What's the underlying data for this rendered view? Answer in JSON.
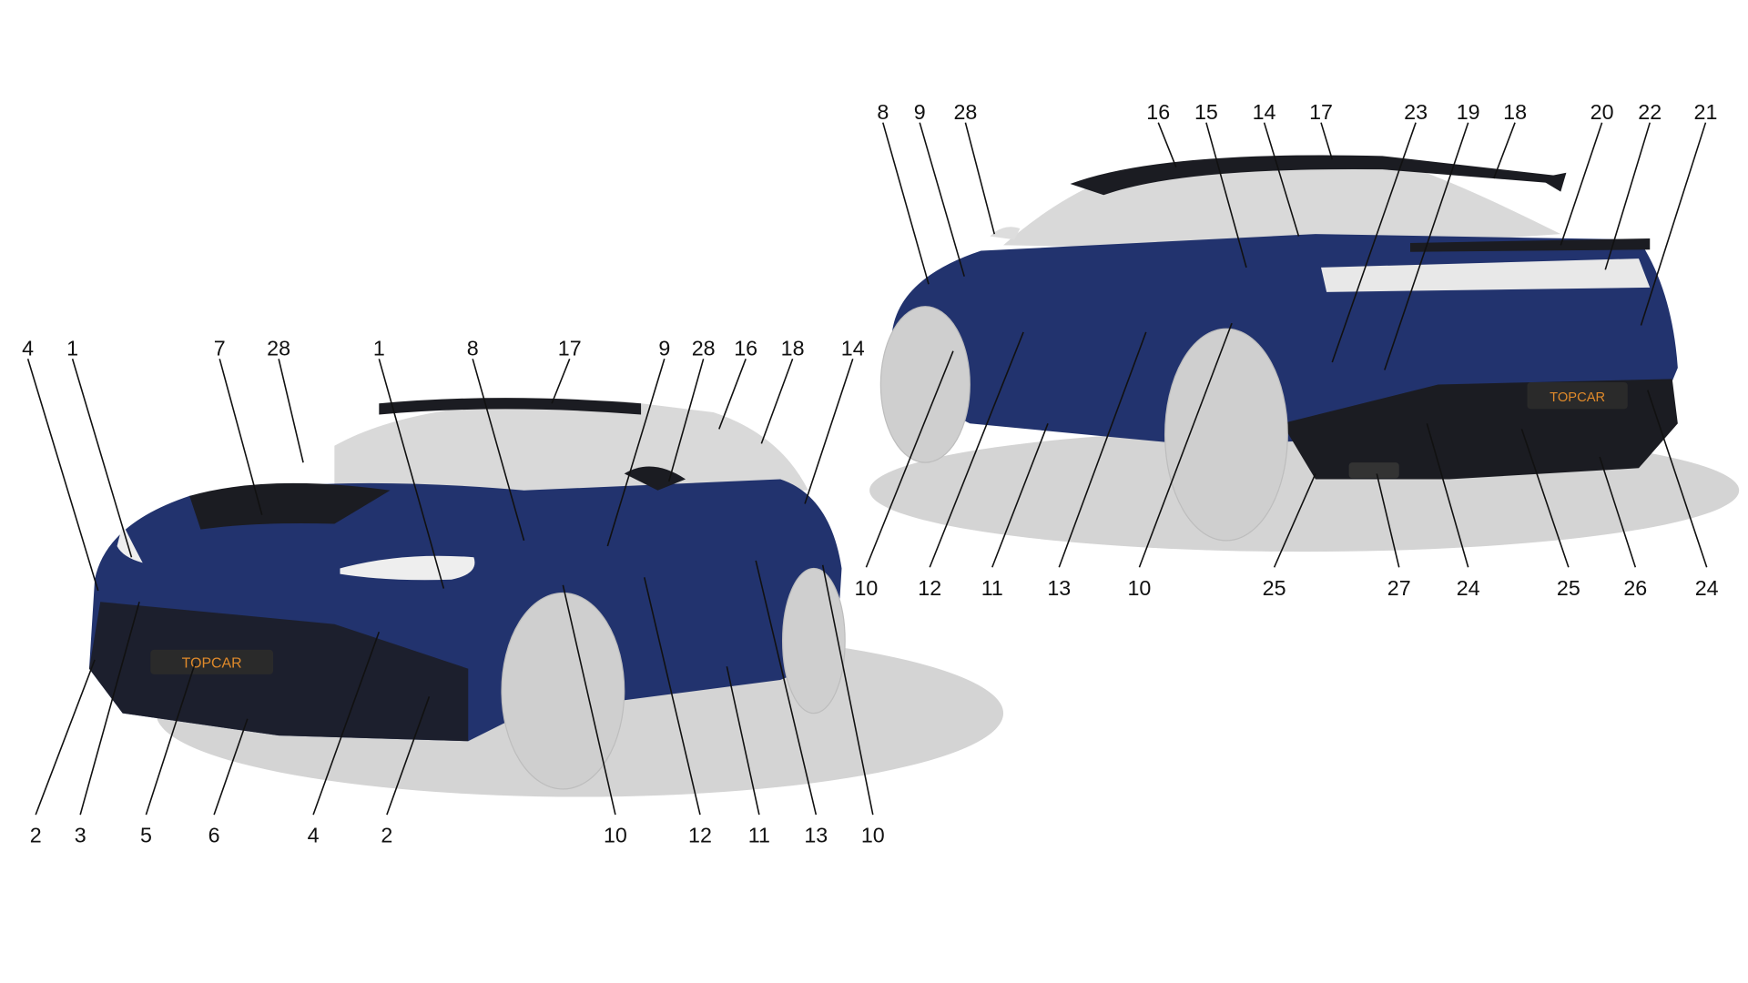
{
  "colors": {
    "body": "#22336e",
    "carbon": "#1b1c22",
    "glass": "#d9d9d9",
    "wheel": "#cfcfcf",
    "shadow": "#d4d4d4",
    "accent": "#e08a2a"
  },
  "brand_badge": "TOPCAR",
  "front_view": {
    "top_labels": [
      "4",
      "1",
      "7",
      "28",
      "1",
      "8",
      "17",
      "9",
      "28",
      "16",
      "18",
      "14"
    ],
    "bottom_labels": [
      "2",
      "3",
      "5",
      "6",
      "4",
      "2",
      "10",
      "12",
      "11",
      "13",
      "10"
    ]
  },
  "rear_view": {
    "top_labels": [
      "8",
      "9",
      "28",
      "16",
      "15",
      "14",
      "17",
      "23",
      "19",
      "18",
      "20",
      "22",
      "21"
    ],
    "bottom_labels": [
      "10",
      "12",
      "11",
      "13",
      "10",
      "25",
      "27",
      "24",
      "25",
      "26",
      "24"
    ]
  }
}
